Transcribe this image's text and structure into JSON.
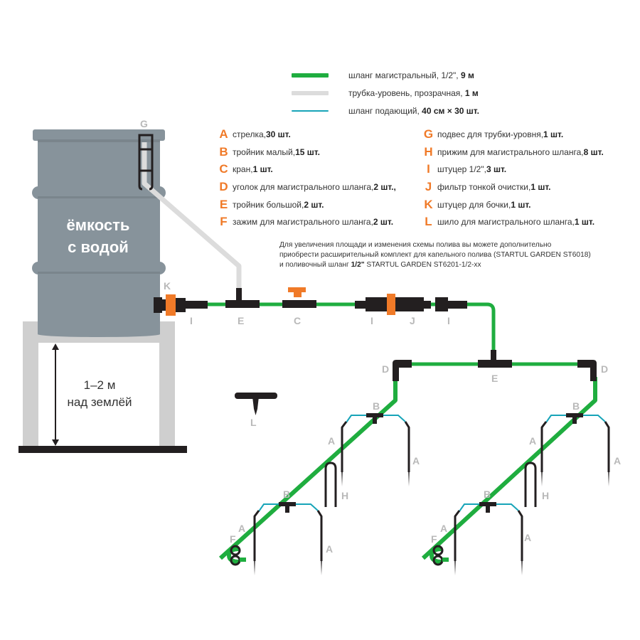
{
  "legend": [
    {
      "text": "шланг магистральный, 1/2\", ",
      "bold": "9 м",
      "color": "#1fad3f",
      "kind": "main-hose"
    },
    {
      "text": "трубка-уровень, прозрачная, ",
      "bold": "1 м",
      "color": "#dcdcdc",
      "kind": "level-tube"
    },
    {
      "text": "шланг подающий, ",
      "bold": "40 см × 30 шт.",
      "color": "#17a4b8",
      "kind": "feed-hose"
    }
  ],
  "parts_left": [
    {
      "letter": "A",
      "text": "стрелка, ",
      "bold": "30 шт."
    },
    {
      "letter": "B",
      "text": "тройник малый, ",
      "bold": "15 шт."
    },
    {
      "letter": "C",
      "text": "кран, ",
      "bold": "1 шт."
    },
    {
      "letter": "D",
      "text": "уголок для магистрального шланга, ",
      "bold": "2 шт.,"
    },
    {
      "letter": "E",
      "text": "тройник большой, ",
      "bold": "2 шт."
    },
    {
      "letter": "F",
      "text": "зажим для магистрального шланга, ",
      "bold": "2 шт."
    }
  ],
  "parts_right": [
    {
      "letter": "G",
      "text": "подвес для трубки-уровня, ",
      "bold": "1 шт."
    },
    {
      "letter": "H",
      "text": "прижим для магистрального шланга, ",
      "bold": "8 шт."
    },
    {
      "letter": "I",
      "text": "штуцер 1/2\", ",
      "bold": "3 шт."
    },
    {
      "letter": "J",
      "text": "фильтр тонкой очистки, ",
      "bold": "1 шт."
    },
    {
      "letter": "K",
      "text": "штуцер для бочки, ",
      "bold": "1 шт."
    },
    {
      "letter": "L",
      "text": "шило для магистрального шланга, ",
      "bold": "1 шт."
    }
  ],
  "note": {
    "line1": "Для увеличения площади и изменения схемы полива вы можете дополнительно",
    "line2": "приобрести расширительный комплект для капельного полива (STARTUL GARDEN ST6018)",
    "line3_pre": "и поливочный шланг ",
    "line3_bold": "1/2\"",
    "line3_post": " STARTUL GARDEN ST6201-1/2-xx"
  },
  "barrel": {
    "line1": "ёмкость",
    "line2": "с водой"
  },
  "stand": {
    "line1": "1–2 м",
    "line2": "над землёй"
  },
  "diagram_labels": {
    "G": "G",
    "K": "K",
    "I": "I",
    "E": "E",
    "C": "C",
    "J": "J",
    "D": "D",
    "B": "B",
    "A": "A",
    "H": "H",
    "F": "F",
    "L": "L"
  },
  "colors": {
    "accent": "#f07a28",
    "main_hose": "#1fad3f",
    "level_tube": "#dcdcdc",
    "feed_hose": "#17a4b8",
    "barrel": "#87939b",
    "fitting": "#231f20",
    "label_gray": "#b9b9b9",
    "stand": "#cfcfcf"
  }
}
